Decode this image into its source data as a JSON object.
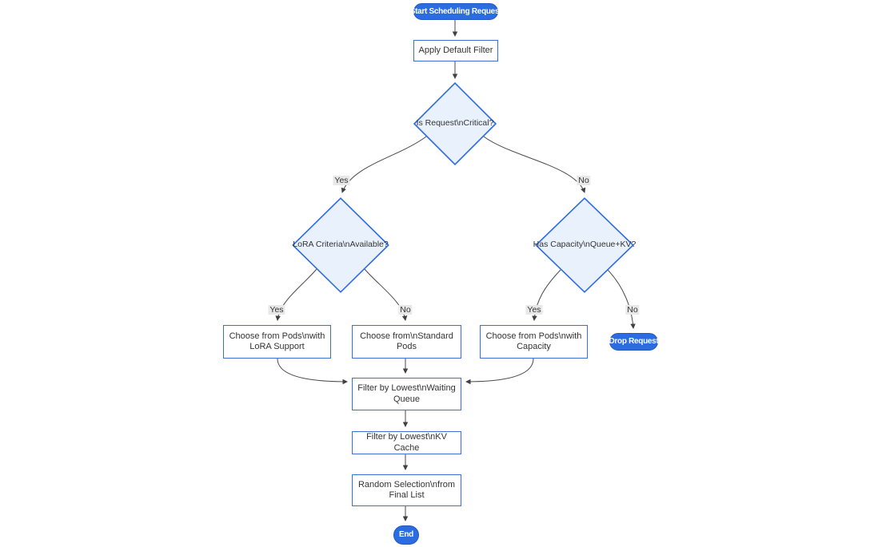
{
  "diagram": {
    "type": "flowchart",
    "direction": "top-down",
    "nodes": {
      "start": {
        "type": "stadium",
        "label": "Start Scheduling Request"
      },
      "apply_filter": {
        "type": "process",
        "label": "Apply Default Filter"
      },
      "is_critical": {
        "type": "decision",
        "label": "Is Request\\nCritical?"
      },
      "lora_criteria": {
        "type": "decision",
        "label": "LoRA Criteria\\nAvailable?"
      },
      "has_capacity": {
        "type": "decision",
        "label": "Has Capacity\\nQueue+KV?"
      },
      "choose_lora": {
        "type": "process",
        "label": "Choose from Pods\\nwith LoRA Support"
      },
      "choose_standard": {
        "type": "process",
        "label": "Choose from\\nStandard Pods"
      },
      "choose_capacity": {
        "type": "process",
        "label": "Choose from Pods\\nwith Capacity"
      },
      "drop_request": {
        "type": "stadium",
        "label": "Drop Request"
      },
      "filter_waiting": {
        "type": "process",
        "label": "Filter by Lowest\\nWaiting Queue"
      },
      "filter_kv": {
        "type": "process",
        "label": "Filter by Lowest\\nKV Cache"
      },
      "random_selection": {
        "type": "process",
        "label": "Random Selection\\nfrom Final List"
      },
      "end": {
        "type": "stadium",
        "label": "End"
      }
    },
    "edge_labels": {
      "critical_yes": "Yes",
      "critical_no": "No",
      "lora_yes": "Yes",
      "lora_no": "No",
      "capacity_yes": "Yes",
      "capacity_no": "No"
    },
    "colors": {
      "accent_blue": "#2b6ce0",
      "node_border": "#2e6be2",
      "decision_fill": "#e9f2fc",
      "process_fill": "#ffffff",
      "edge_color": "#4a4a4a",
      "edge_label_bg": "#e8e8e8",
      "text_color": "#333333",
      "terminal_text": "#ffffff"
    }
  }
}
